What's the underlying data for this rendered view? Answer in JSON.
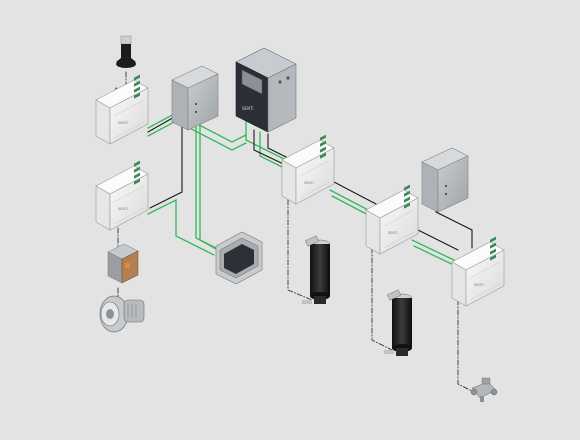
{
  "diagram": {
    "central_controller_logo": "SENTi",
    "module_logo": "SENTi",
    "colors": {
      "background": "#e3e3e3",
      "bus_green": "#33b85a",
      "wire_black": "#1a1a1a",
      "dashed": "#333333",
      "module_body": "#f1f1f1",
      "panel_grey": "#b9bdc0",
      "controller_dark": "#2b2f35",
      "junction_orange": "#c9783a"
    },
    "components": [
      {
        "name": "signal-tower-icon"
      },
      {
        "name": "central-controller"
      },
      {
        "name": "power-supply-cabinet"
      },
      {
        "name": "io-module"
      },
      {
        "name": "hmi-display"
      },
      {
        "name": "junction-box"
      },
      {
        "name": "blower-icon"
      },
      {
        "name": "filter-housing-icon"
      },
      {
        "name": "valve-icon"
      }
    ]
  }
}
